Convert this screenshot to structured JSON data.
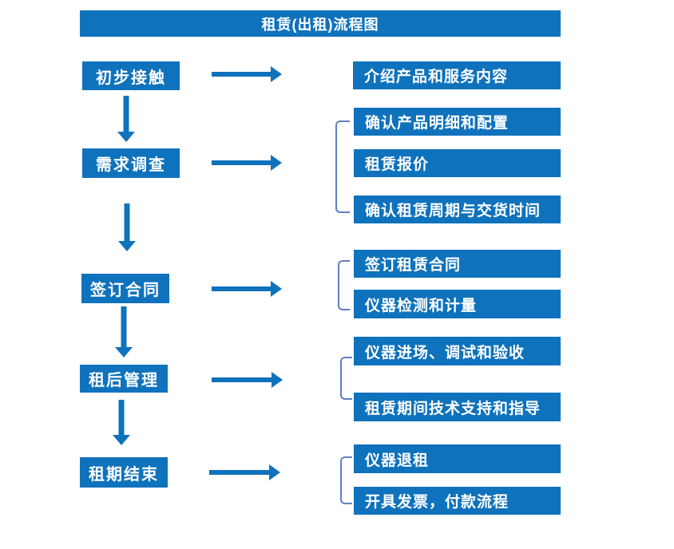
{
  "title": "租赁(出租)流程图",
  "colors": {
    "primary_blue": "#0f72bc",
    "bracket_blue": "#6080c0",
    "text_white": "#ffffff",
    "background": "#ffffff"
  },
  "steps": [
    {
      "label": "初步接触",
      "outputs": [
        "介绍产品和服务内容"
      ]
    },
    {
      "label": "需求调查",
      "outputs": [
        "确认产品明细和配置",
        "租赁报价",
        "确认租赁周期与交货时间"
      ]
    },
    {
      "label": "签订合同",
      "outputs": [
        "签订租赁合同",
        "仪器检测和计量"
      ]
    },
    {
      "label": "租后管理",
      "outputs": [
        "仪器进场、调试和验收",
        "租赁期间技术支持和指导"
      ]
    },
    {
      "label": "租期结束",
      "outputs": [
        "仪器退租",
        "开具发票，付款流程"
      ]
    }
  ]
}
